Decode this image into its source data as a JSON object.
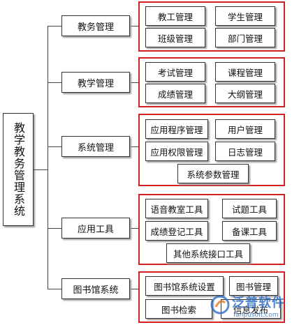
{
  "root": {
    "label": "教学教务管理系统"
  },
  "modules": [
    {
      "label": "教务管理",
      "items": [
        "教工管理",
        "学生管理",
        "班级管理",
        "部门管理"
      ]
    },
    {
      "label": "教学管理",
      "items": [
        "考试管理",
        "课程管理",
        "成绩管理",
        "大纲管理"
      ]
    },
    {
      "label": "系统管理",
      "items": [
        "应用程序管理",
        "用户管理",
        "应用权限管理",
        "日志管理",
        "系统参数管理"
      ]
    },
    {
      "label": "应用工具",
      "items": [
        "语音教室工具",
        "试题工具",
        "成绩登记工具",
        "备课工具",
        "其他系统接口工具"
      ]
    },
    {
      "label": "图书馆系统",
      "items": [
        "图书馆系统设置",
        "图书管理",
        "图书检索",
        "信息发布"
      ]
    }
  ],
  "watermark": {
    "brand": "泛普软件",
    "url": "fanpusoft.com",
    "logo": "fanpu-logo-icon"
  },
  "colors": {
    "group_border": "#d32020",
    "box_border": "#333333",
    "brand": "#2f6fc4"
  }
}
